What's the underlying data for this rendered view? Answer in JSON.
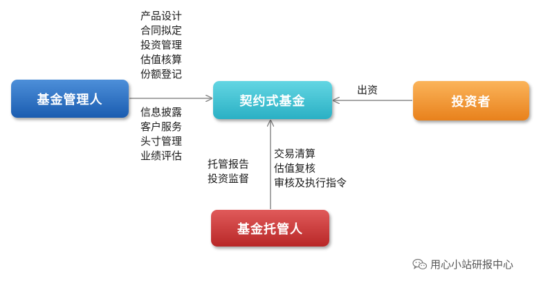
{
  "nodes": {
    "manager": "基金管理人",
    "fund": "契约式基金",
    "investor": "投资者",
    "custodian": "基金托管人"
  },
  "labels": {
    "manager_duties_top": [
      "产品设计",
      "合同拟定",
      "投资管理",
      "估值核算",
      "份额登记"
    ],
    "manager_duties_bottom": [
      "信息披露",
      "客户服务",
      "头寸管理",
      "业绩评估"
    ],
    "investor_to_fund": "出资",
    "custodian_to_fund_left": [
      "托管报告",
      "投资监督"
    ],
    "custodian_to_fund_right": [
      "交易清算",
      "估值复核",
      "审核及执行指令"
    ]
  },
  "colors": {
    "manager": "#2a6fc4",
    "fund": "#3dc1d0",
    "investor": "#f39a33",
    "custodian": "#c93a3a",
    "arrow": "#8a8a8a"
  },
  "watermark": {
    "icon": "wechat-icon",
    "text": "用心小站研报中心"
  }
}
